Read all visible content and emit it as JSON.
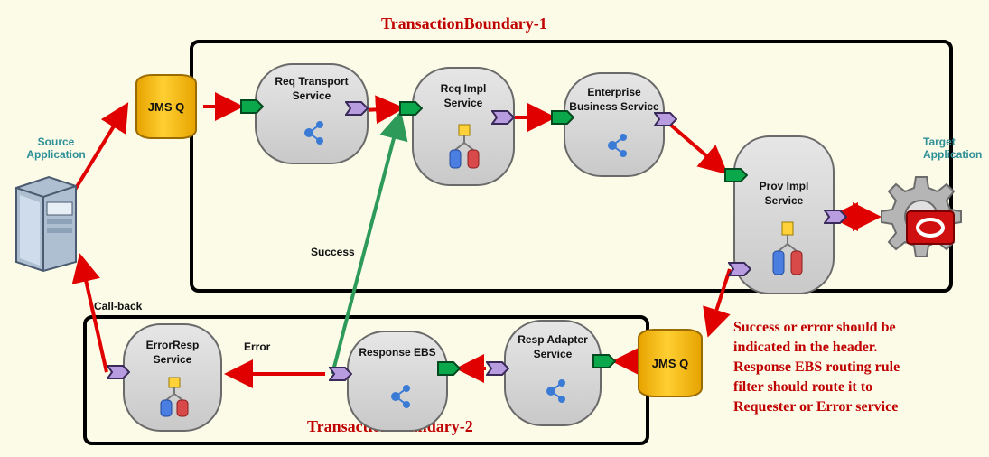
{
  "boundaries": {
    "tb1": "TransactionBoundary-1",
    "tb2": "TransactionBoundary-2"
  },
  "queues": {
    "jms_in": "JMS Q",
    "jms_out": "JMS Q"
  },
  "services": {
    "req_transport": "Req Transport\nService",
    "req_impl": "Req Impl\nService",
    "ebs": "Enterprise\nBusiness Service",
    "prov_impl": "Prov Impl\nService",
    "resp_adapter": "Resp Adapter\nService",
    "response_ebs": "Response EBS",
    "error_resp": "ErrorResp\nService"
  },
  "endpoints": {
    "source": "Source\nApplication",
    "target": "Target\nApplication"
  },
  "flows": {
    "success": "Success",
    "error": "Error",
    "callback": "Call-back"
  },
  "note": "Success or error should be\nindicated in the header.\nResponse EBS routing rule\nfilter should route it to\nRequester or Error service",
  "colors": {
    "flow_arrow": "#e00000",
    "success_arrow": "#2e9a5a",
    "boundary_label": "#c00000",
    "input_port": "#0aa84a",
    "output_port": "#b89ce0",
    "queue": "#ffc000",
    "oracle_red": "#d01010"
  }
}
